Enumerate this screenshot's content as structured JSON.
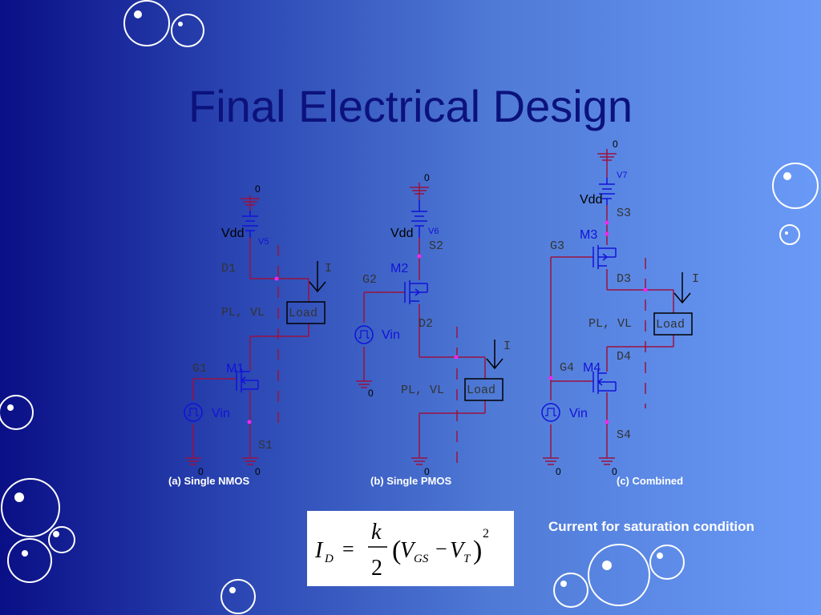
{
  "slide": {
    "title": "Final Electrical Design",
    "note": "Current for saturation condition"
  },
  "captions": {
    "a": "(a) Single NMOS",
    "b": "(b) Single PMOS",
    "c": "(c) Combined"
  },
  "circuit_a": {
    "top_node": "0",
    "vdd": "Vdd",
    "vsrc": "V5",
    "drain": "D1",
    "current": "I",
    "pl_vl": "PL, VL",
    "load": "Load",
    "gate": "G1",
    "transistor": "M1",
    "vin": "Vin",
    "source": "S1",
    "gnd1": "0",
    "gnd2": "0"
  },
  "circuit_b": {
    "top_node": "0",
    "vdd": "Vdd",
    "vsrc": "V6",
    "source": "S2",
    "transistor": "M2",
    "gate": "G2",
    "vin": "Vin",
    "drain": "D2",
    "current": "I",
    "pl_vl": "PL, VL",
    "load": "Load",
    "gnd1": "0",
    "gnd2": "0"
  },
  "circuit_c": {
    "top_node": "0",
    "vsrc": "V7",
    "vdd": "Vdd",
    "s3": "S3",
    "m3": "M3",
    "g3": "G3",
    "d3": "D3",
    "current": "I",
    "pl_vl": "PL, VL",
    "load": "Load",
    "d4": "D4",
    "g4": "G4",
    "m4": "M4",
    "vin": "Vin",
    "s4": "S4",
    "gnd1": "0",
    "gnd2": "0"
  },
  "formula": {
    "lhs_sym": "I",
    "lhs_sub": "D",
    "equals": "=",
    "num": "k",
    "den": "2",
    "v1": "V",
    "v1_sub": "GS",
    "minus": "−",
    "v2": "V",
    "v2_sub": "T",
    "exp": "2"
  },
  "colors": {
    "wire": "#9a1240",
    "comp": "#1212d8",
    "node": "#ff22ee",
    "title": "#0c127c",
    "dash": "#9a1240"
  }
}
